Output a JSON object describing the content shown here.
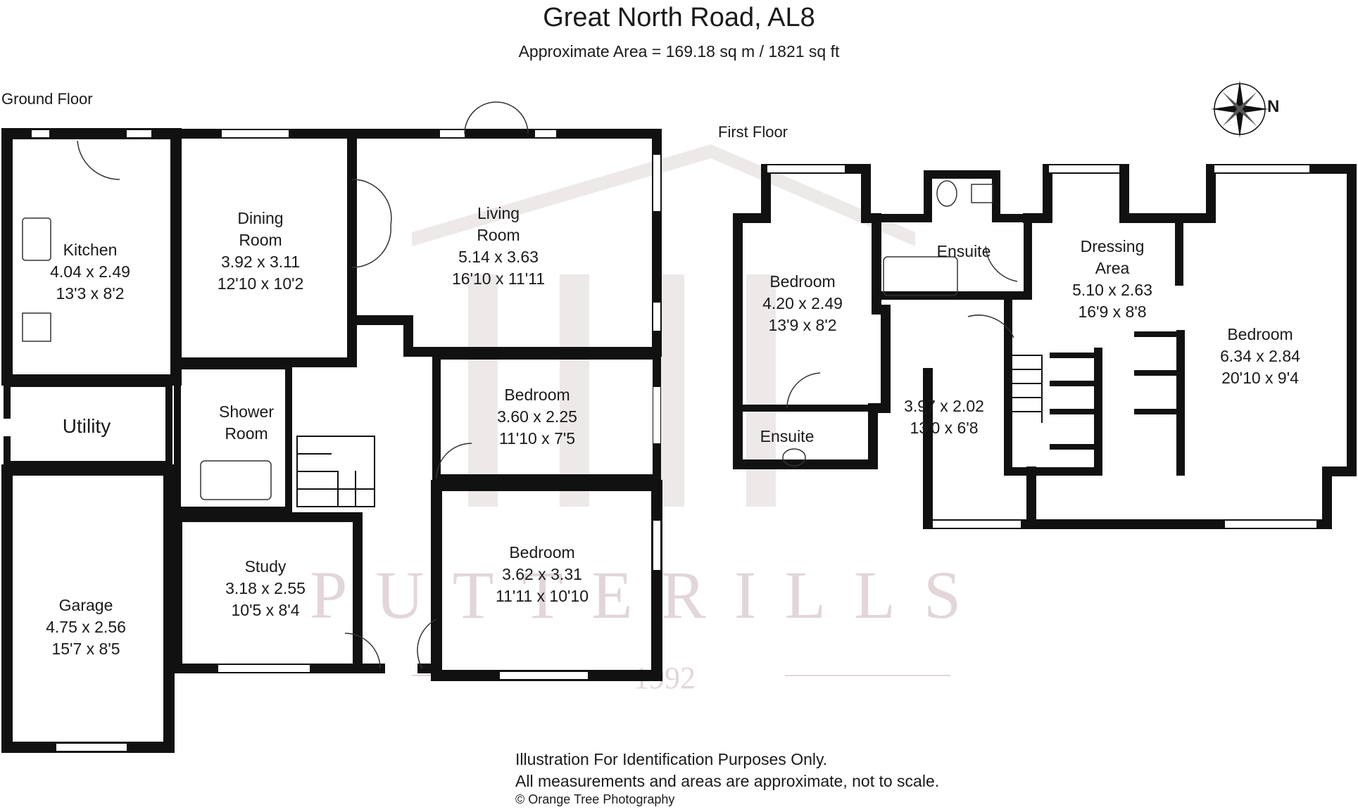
{
  "header": {
    "title": "Great North Road, AL8",
    "area": "Approximate Area =  169.18 sq m / 1821 sq ft"
  },
  "floors": {
    "ground": "Ground Floor",
    "first": "First Floor"
  },
  "rooms": {
    "kitchen": [
      "Kitchen",
      "4.04 x 2.49",
      "13'3 x 8'2"
    ],
    "utility": [
      "Utility"
    ],
    "garage": [
      "Garage",
      "4.75 x 2.56",
      "15'7 x 8'5"
    ],
    "dining": [
      "Dining",
      "Room",
      "3.92 x 3.11",
      "12'10 x 10'2"
    ],
    "shower": [
      "Shower",
      "Room"
    ],
    "study": [
      "Study",
      "3.18 x 2.55",
      "10'5 x 8'4"
    ],
    "living": [
      "Living",
      "Room",
      "5.14 x 3.63",
      "16'10 x 11'11"
    ],
    "bedroom_g1": [
      "Bedroom",
      "3.60 x 2.25",
      "11'10 x 7'5"
    ],
    "bedroom_g2": [
      "Bedroom",
      "3.62 x 3.31",
      "11'11 x 10'10"
    ],
    "bedroom_f1": [
      "Bedroom",
      "4.20 x 2.49",
      "13'9 x 8'2"
    ],
    "ensuite_f1": [
      "Ensuite"
    ],
    "ensuite_f2": [
      "Ensuite"
    ],
    "landing": [
      "3.97 x 2.02",
      "13'0 x 6'8"
    ],
    "dressing": [
      "Dressing",
      "Area",
      "5.10 x 2.63",
      "16'9 x 8'8"
    ],
    "bedroom_f2": [
      "Bedroom",
      "6.34 x 2.84",
      "20'10 x 9'4"
    ]
  },
  "compass": {
    "label": "N",
    "icon": "compass-rose-icon"
  },
  "watermark": {
    "text": "PUTTERILLS",
    "year": "1992"
  },
  "footer": {
    "line1": "Illustration For Identification Purposes Only.",
    "line2": "All measurements and areas are approximate, not to scale.",
    "copyright": "© Orange Tree Photography"
  },
  "colors": {
    "wall": "#111111",
    "window": "#ffffff",
    "watermark": "#d9c9cb"
  }
}
